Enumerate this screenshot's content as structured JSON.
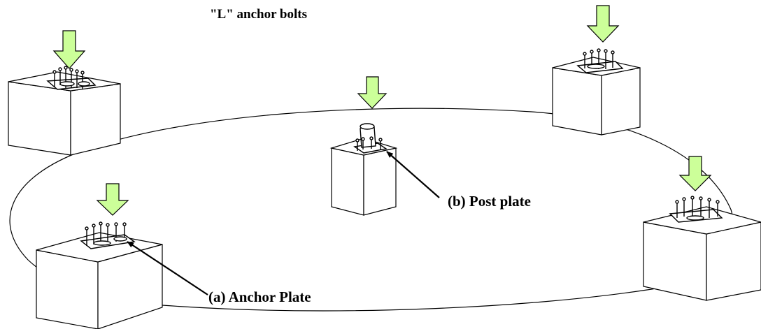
{
  "labels": {
    "bolts": "\"L\" anchor bolts",
    "post_plate": "(b) Post plate",
    "anchor_plate": "(a) Anchor Plate"
  },
  "colors": {
    "arrow_fill": "#ccff99",
    "line": "#000000",
    "block_face": "#ffffff"
  }
}
